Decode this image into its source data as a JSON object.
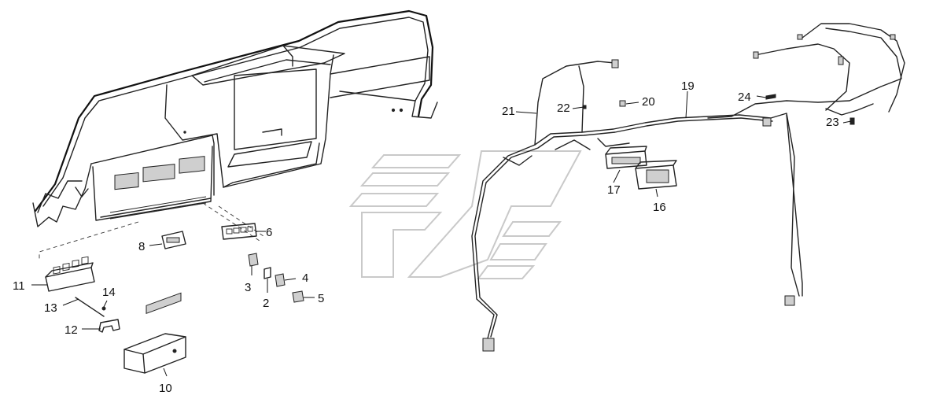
{
  "callouts": [
    {
      "id": "2",
      "text": "2"
    },
    {
      "id": "3",
      "text": "3"
    },
    {
      "id": "4",
      "text": "4"
    },
    {
      "id": "5",
      "text": "5"
    },
    {
      "id": "6",
      "text": "6"
    },
    {
      "id": "8",
      "text": "8"
    },
    {
      "id": "10",
      "text": "10"
    },
    {
      "id": "11",
      "text": "11"
    },
    {
      "id": "12",
      "text": "12"
    },
    {
      "id": "13",
      "text": "13"
    },
    {
      "id": "14",
      "text": "14"
    },
    {
      "id": "16",
      "text": "16"
    },
    {
      "id": "17",
      "text": "17"
    },
    {
      "id": "19",
      "text": "19"
    },
    {
      "id": "20",
      "text": "20"
    },
    {
      "id": "21",
      "text": "21"
    },
    {
      "id": "22",
      "text": "22"
    },
    {
      "id": "23",
      "text": "23"
    },
    {
      "id": "24",
      "text": "24"
    }
  ]
}
